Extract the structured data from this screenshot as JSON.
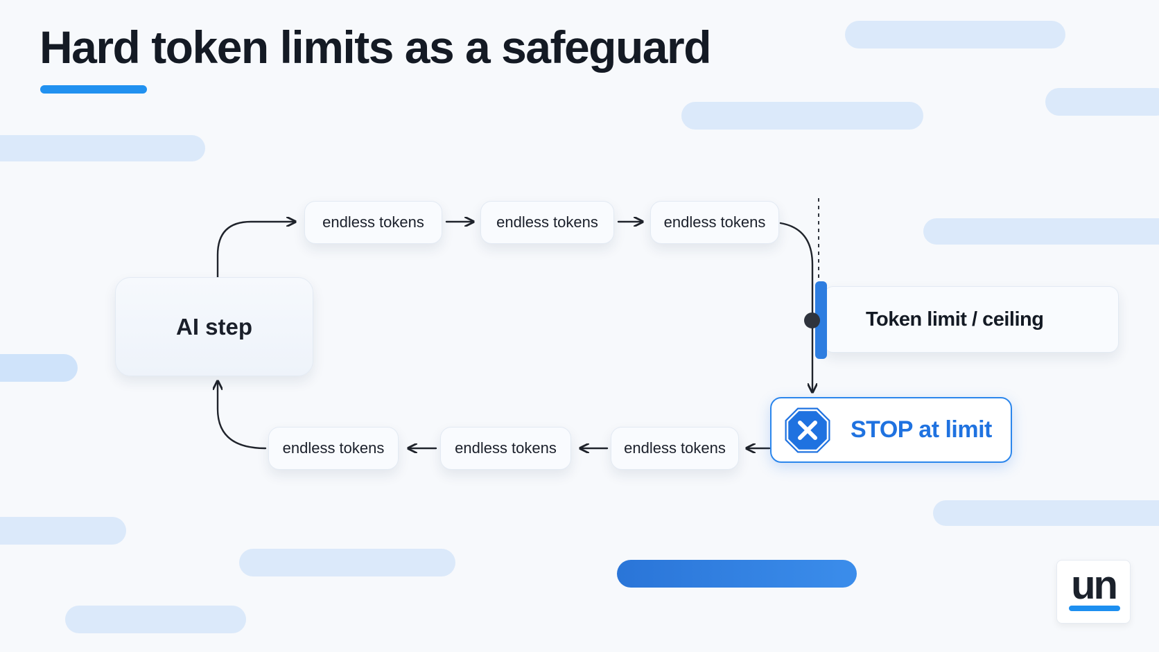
{
  "slide": {
    "title": "Hard token limits as a safeguard"
  },
  "diagram": {
    "ai_step": "AI step",
    "top_row": [
      "endless tokens",
      "endless tokens",
      "endless tokens"
    ],
    "bottom_row": [
      "endless tokens",
      "endless tokens",
      "endless tokens"
    ],
    "limit_label": "Token limit / ceiling",
    "stop_label": "STOP at limit"
  },
  "logo": {
    "text": "un"
  },
  "colors": {
    "accent": "#2191f0",
    "stop_blue": "#1f72e0",
    "text_dark": "#141a24",
    "background": "#f7f9fc",
    "pill_light": "#dbe9fa"
  },
  "icons": {
    "stop": "x-octagon-icon"
  }
}
